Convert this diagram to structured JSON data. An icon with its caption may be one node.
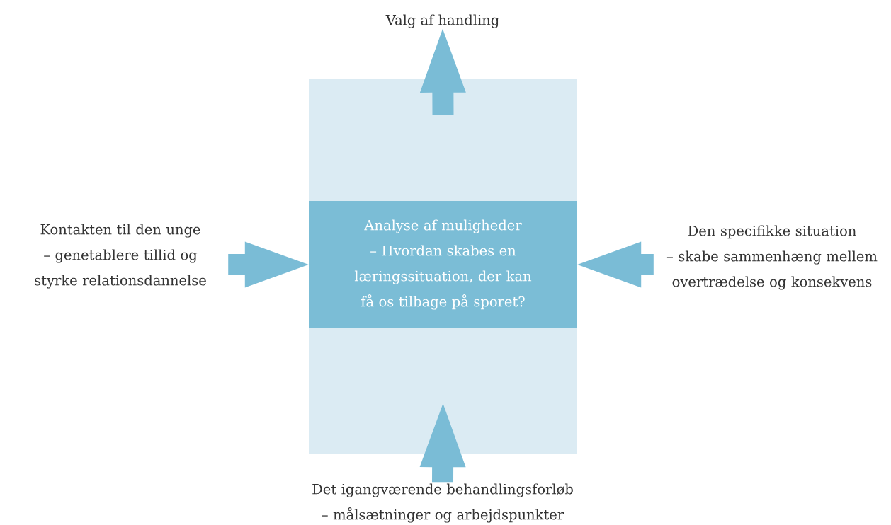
{
  "diagram": {
    "nodes": [
      {
        "text": [],
        "shape": "box"
      },
      {
        "text": [
          "Analyse af muligheder",
          "– Hvordan skabes en læringssituation, der kan få os tilbage på sporet?"
        ],
        "in": 0
      },
      {
        "text": [
          "Valg af handling"
        ]
      },
      {
        "text": [
          "Kontakten til den unge",
          "– genetablere tillid og styrke relationsdannelse"
        ]
      },
      {
        "text": [
          "Den specifikke situation",
          "– skabe sammenhæng mellem overtrædelse og konsekvens"
        ]
      },
      {
        "text": [
          "Det igangværende behandlingsforløb",
          "– målsætninger og arbejdspunkter"
        ]
      }
    ],
    "edges": [
      {
        "from": 0,
        "to": 2,
        "arrow": "to"
      },
      {
        "from": 3,
        "to": 1,
        "arrow": "to"
      },
      {
        "from": 4,
        "to": 1,
        "arrow": "to"
      },
      {
        "from": 5,
        "to": 0,
        "arrow": "to"
      }
    ]
  }
}
